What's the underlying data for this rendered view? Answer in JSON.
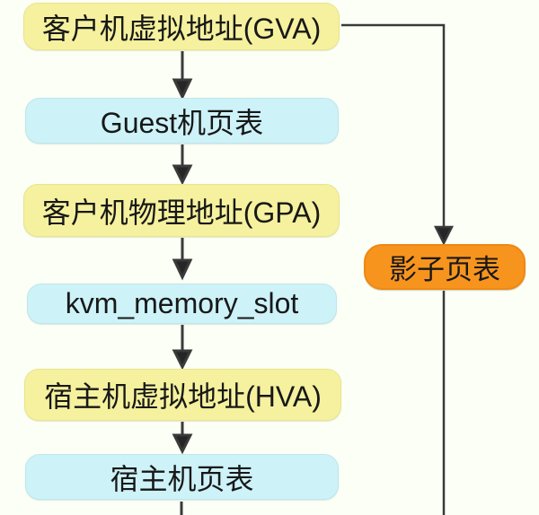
{
  "diagram": {
    "title_implied": "KVM guest memory address translation flow",
    "nodes": [
      {
        "id": "gva",
        "label": "客户机虚拟地址(GVA)",
        "style": "yellow"
      },
      {
        "id": "guest-page-table",
        "label": "Guest机页表",
        "style": "cyan"
      },
      {
        "id": "gpa",
        "label": "客户机物理地址(GPA)",
        "style": "yellow"
      },
      {
        "id": "kvm-memory-slot",
        "label": "kvm_memory_slot",
        "style": "cyan"
      },
      {
        "id": "hva",
        "label": "宿主机虚拟地址(HVA)",
        "style": "yellow"
      },
      {
        "id": "host-page-table",
        "label": "宿主机页表",
        "style": "cyan"
      },
      {
        "id": "shadow-page-table",
        "label": "影子页表",
        "style": "orange"
      }
    ],
    "edges": [
      {
        "from": "gva",
        "to": "guest-page-table",
        "arrow": true
      },
      {
        "from": "guest-page-table",
        "to": "gpa",
        "arrow": true
      },
      {
        "from": "gpa",
        "to": "kvm-memory-slot",
        "arrow": true
      },
      {
        "from": "kvm-memory-slot",
        "to": "hva",
        "arrow": true
      },
      {
        "from": "hva",
        "to": "host-page-table",
        "arrow": true
      },
      {
        "from": "host-page-table",
        "to": "bottom-edge",
        "arrow": false
      },
      {
        "from": "gva",
        "to": "shadow-page-table",
        "arrow": true
      },
      {
        "from": "shadow-page-table",
        "to": "bottom-edge",
        "arrow": false
      }
    ],
    "colors": {
      "background": "#FBFFF6",
      "yellow_node": "#F5F19E",
      "cyan_node": "#CDF2F8",
      "orange_node": "#F7941E",
      "line": "#3A3A3A",
      "text": "#181818"
    }
  }
}
